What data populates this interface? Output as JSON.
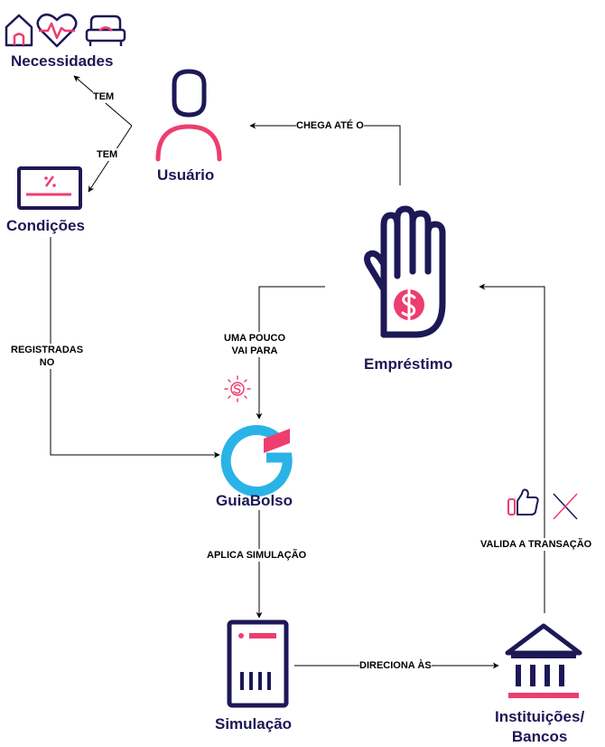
{
  "colors": {
    "navy": "#1d1856",
    "pink": "#ee3d6f",
    "cyan": "#2ab3e6",
    "line": "#000000"
  },
  "nodes": {
    "necessidades": "Necessidades",
    "usuario": "Usuário",
    "condicoes": "Condições",
    "emprestimo": "Empréstimo",
    "guiabolso": "GuiaBolso",
    "simulacao": "Simulação",
    "instituicoes_line1": "Instituições/",
    "instituicoes_line2": "Bancos"
  },
  "edges": {
    "tem_necessidades": "TEM",
    "tem_condicoes": "TEM",
    "chega_ate": "CHEGA ATÉ O",
    "uma_pouco_line1": "UMA POUCO",
    "uma_pouco_line2": "VAI PARA",
    "registradas_line1": "REGISTRADAS",
    "registradas_line2": "NO",
    "aplica_simulacao": "APLICA SIMULAÇÃO",
    "direciona": "DIRECIONA ÀS",
    "valida": "VALIDA A TRANSAÇÃO"
  },
  "icons": [
    "house-icon",
    "heart-pulse-icon",
    "car-icon",
    "user-icon",
    "laptop-percent-icon",
    "hand-money-icon",
    "sun-dollar-icon",
    "guiabolso-logo-icon",
    "calculator-icon",
    "bank-icon",
    "thumbs-up-icon",
    "close-icon"
  ]
}
